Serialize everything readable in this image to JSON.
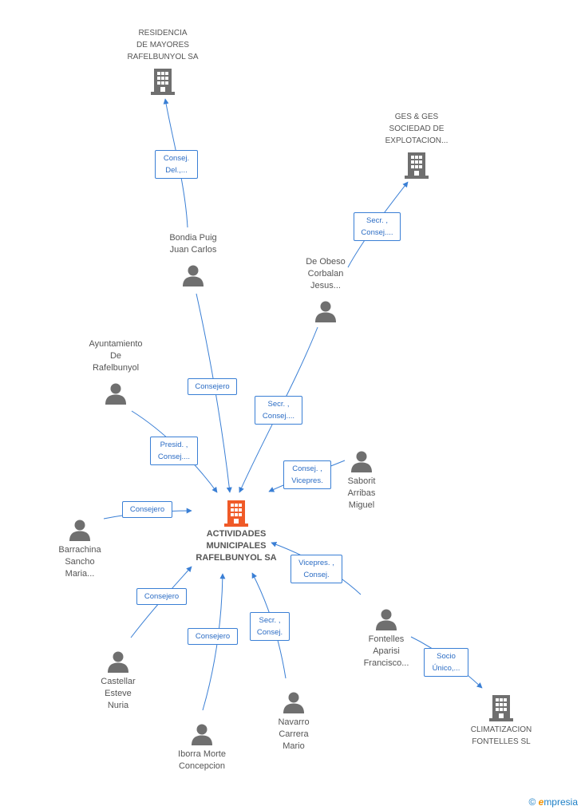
{
  "colors": {
    "edge": "#3a7fd5",
    "person": "#6f6f6f",
    "company": "#6f6f6f",
    "center": "#f05a28",
    "label_text": "#2b6cc4"
  },
  "center": {
    "name": "ACTIVIDADES\nMUNICIPALES\nRAFELBUNYOL SA",
    "icon": "building-icon"
  },
  "nodes": {
    "residencia": {
      "name": "RESIDENCIA\nDE MAYORES\nRAFELBUNYOL SA",
      "icon": "building-icon"
    },
    "gesges": {
      "name": "GES & GES\nSOCIEDAD DE\nEXPLOTACION...",
      "icon": "building-icon"
    },
    "climatizacion": {
      "name": "CLIMATIZACION\nFONTELLES SL",
      "icon": "building-icon"
    },
    "bondia": {
      "name": "Bondia Puig\nJuan Carlos",
      "icon": "person-icon"
    },
    "deobeso": {
      "name": "De Obeso\nCorbalan\nJesus...",
      "icon": "person-icon"
    },
    "ayuntamiento": {
      "name": "Ayuntamiento\nDe\nRafelbunyol",
      "icon": "person-icon"
    },
    "saborit": {
      "name": "Saborit\nArribas\nMiguel",
      "icon": "person-icon"
    },
    "barrachina": {
      "name": "Barrachina\nSancho\nMaria...",
      "icon": "person-icon"
    },
    "fontelles": {
      "name": "Fontelles\nAparisi\nFrancisco...",
      "icon": "person-icon"
    },
    "castellar": {
      "name": "Castellar\nEsteve\nNuria",
      "icon": "person-icon"
    },
    "iborra": {
      "name": "Iborra Morte\nConcepcion",
      "icon": "person-icon"
    },
    "navarro": {
      "name": "Navarro\nCarrera\nMario",
      "icon": "person-icon"
    }
  },
  "edges": {
    "bondia_residencia": "Consej.\nDel.,...",
    "deobeso_gesges": "Secr. ,\nConsej....",
    "bondia_center": "Consejero",
    "deobeso_center": "Secr. ,\nConsej....",
    "ayuntamiento_center": "Presid. ,\nConsej....",
    "saborit_center": "Consej. ,\nVicepres.",
    "barrachina_center": "Consejero",
    "fontelles_center": "Vicepres. ,\nConsej.",
    "castellar_center": "Consejero",
    "iborra_center": "Consejero",
    "navarro_center": "Secr. ,\nConsej.",
    "fontelles_climatizacion": "Socio\nÚnico,..."
  },
  "watermark": {
    "copyright": "©",
    "brand_first": "e",
    "brand_rest": "mpresia"
  }
}
